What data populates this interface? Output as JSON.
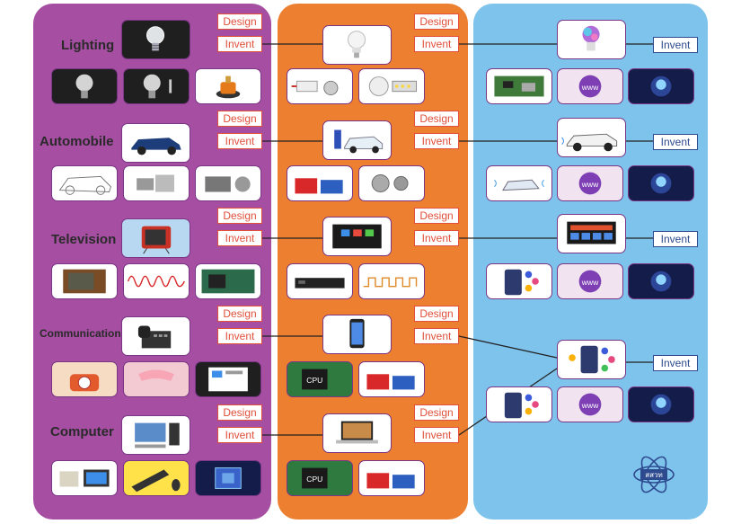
{
  "categories": {
    "lighting": "Lighting",
    "automobile": "Automobile",
    "television": "Television",
    "communication": "Communication",
    "computer": "Computer"
  },
  "tags": {
    "design": "Design",
    "invent": "Invent"
  },
  "chip_label": "CPU",
  "logo_text": "สสวท",
  "colors": {
    "panel_past": "#a54ea2",
    "panel_present": "#ec7f30",
    "panel_future": "#7ec3ec",
    "tag_red": "#e0503a",
    "tag_blue": "#2d4a8f"
  }
}
